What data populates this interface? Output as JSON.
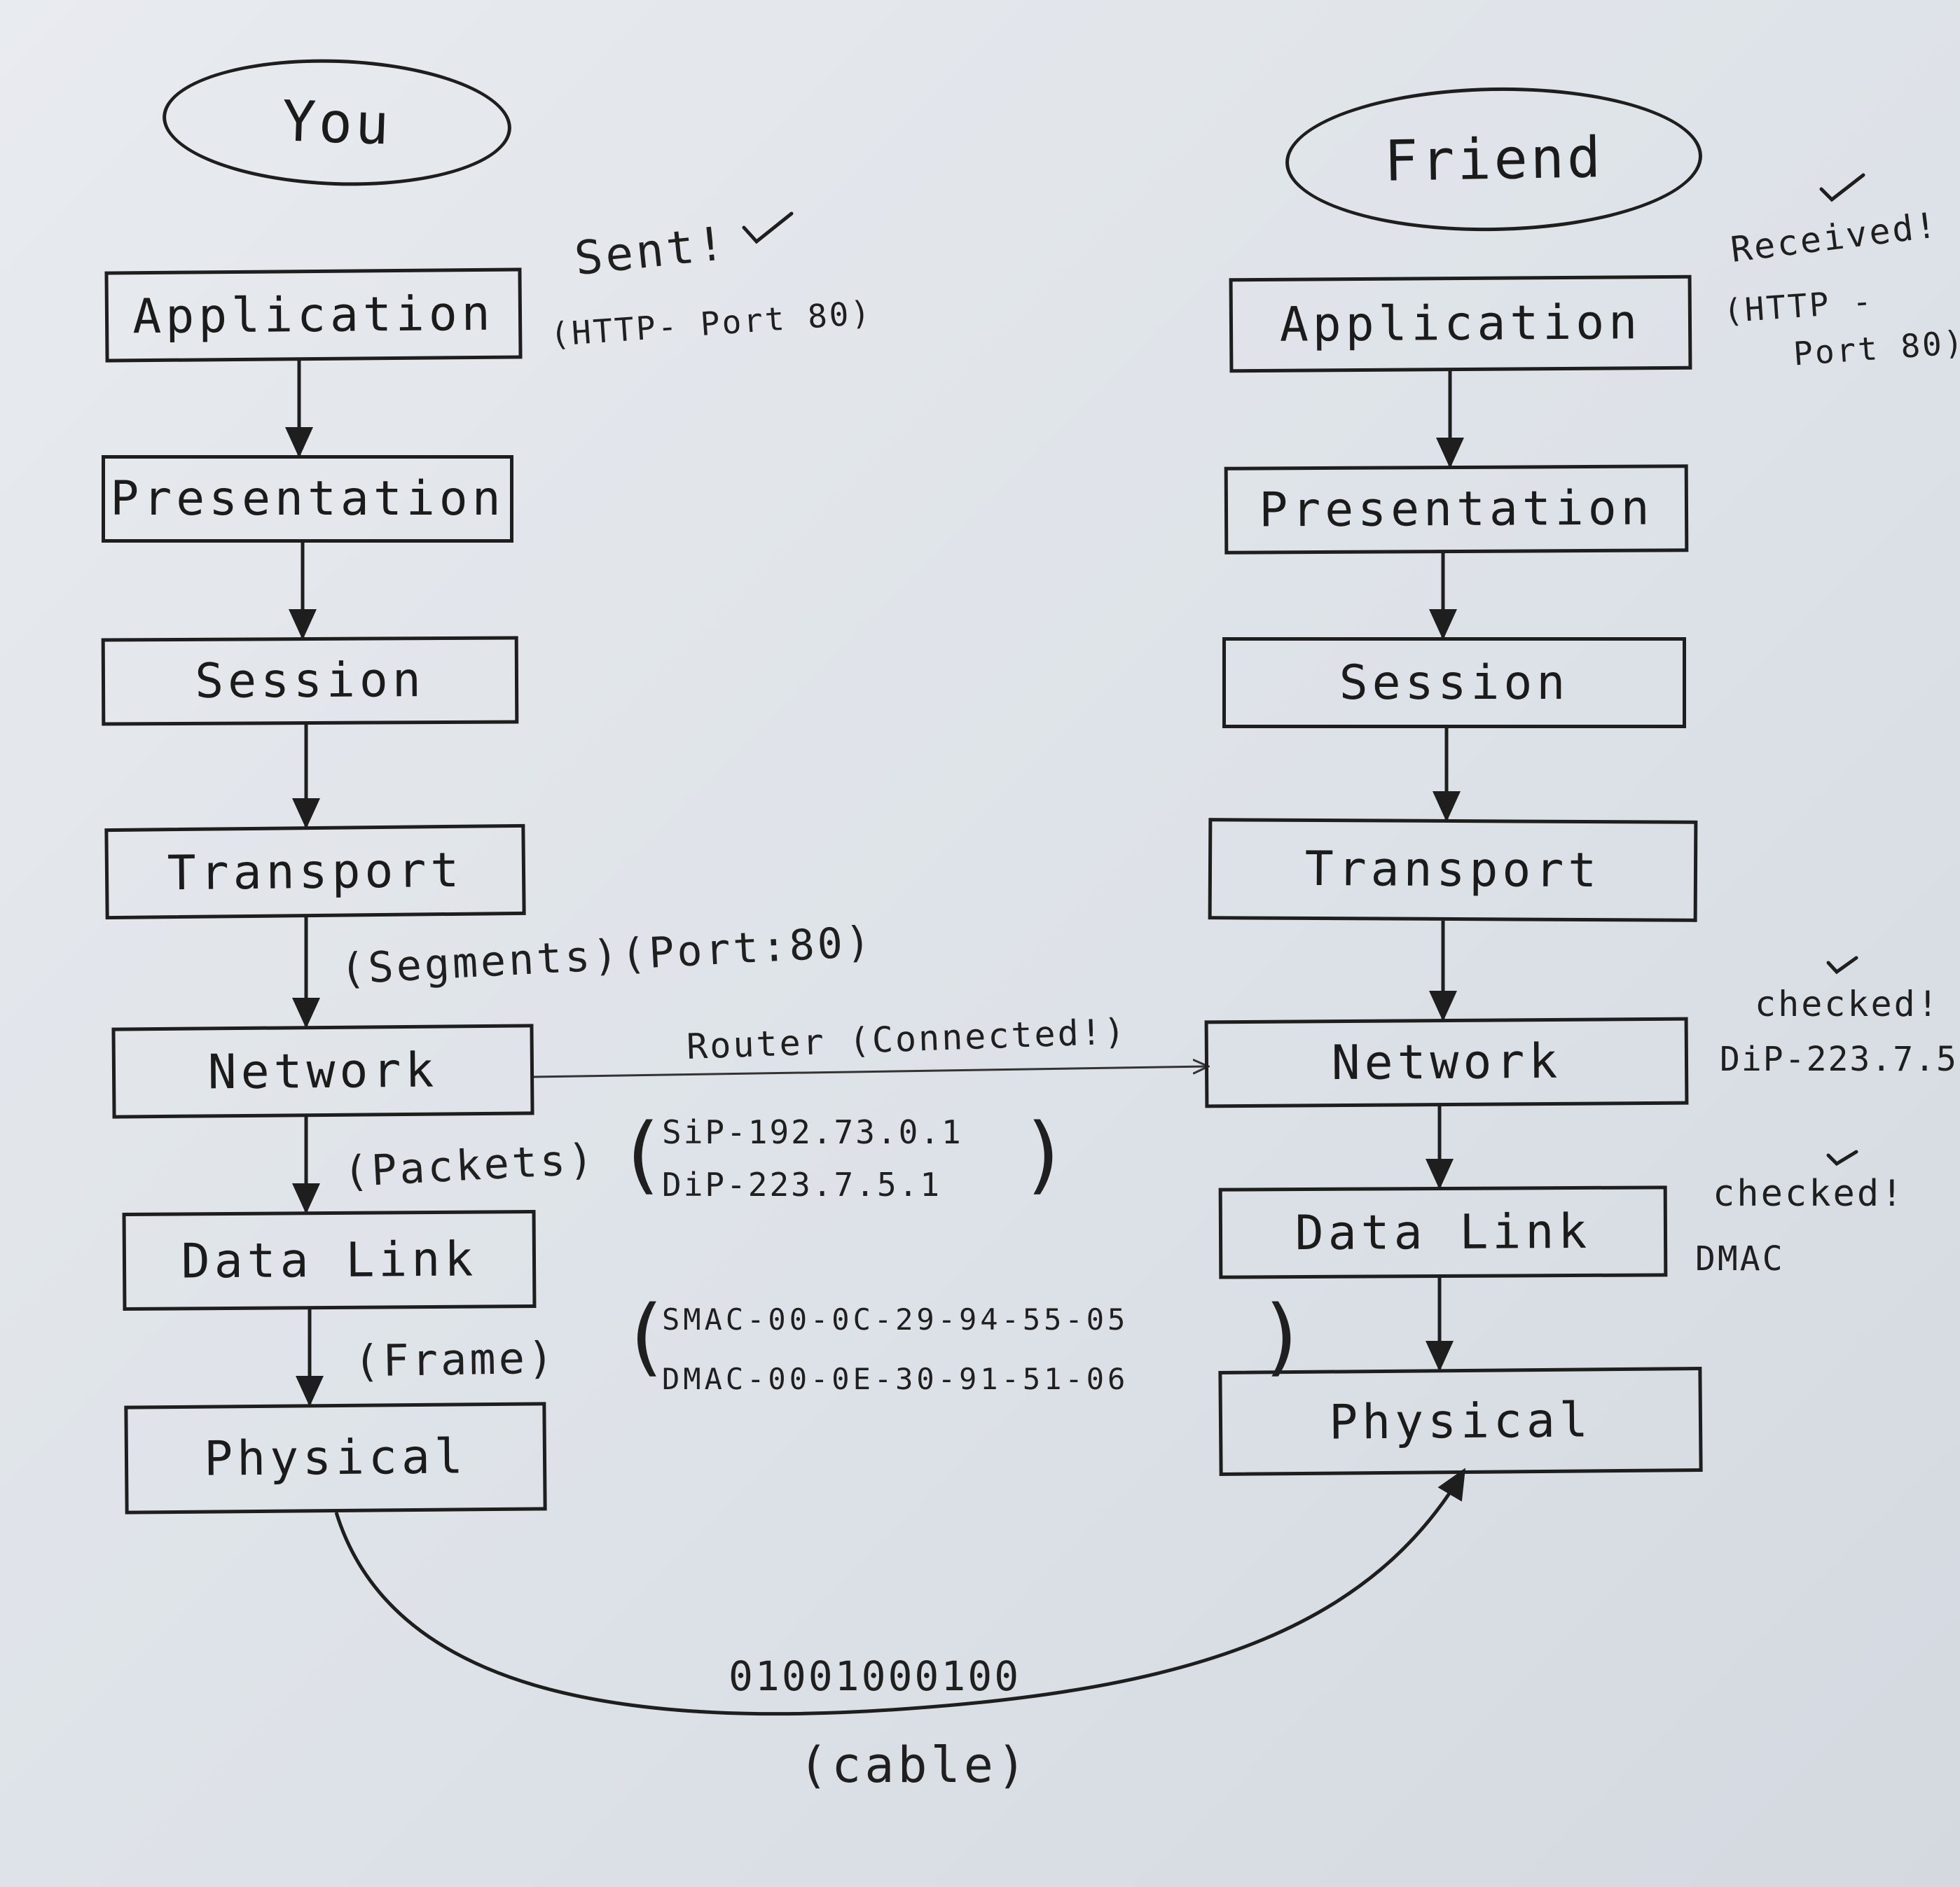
{
  "sender": {
    "title": "You",
    "layers": [
      "Application",
      "Presentation",
      "Session",
      "Transport",
      "Network",
      "Data Link",
      "Physical"
    ]
  },
  "receiver": {
    "title": "Friend",
    "layers": [
      "Application",
      "Presentation",
      "Session",
      "Transport",
      "Network",
      "Data Link",
      "Physical"
    ]
  },
  "annotations": {
    "sent": "Sent!",
    "sent_http": "(HTTP- Port 80)",
    "received": "Received!",
    "received_http_1": "(HTTP -",
    "received_http_2": "Port 80)",
    "segments": "(Segments)(Port:80)",
    "router": "Router (Connected!)",
    "packets": "(Packets)",
    "sip": "SiP-192.73.0.1",
    "dip": "DiP-223.7.5.1",
    "frame": "(Frame)",
    "smac": "SMAC-00-0C-29-94-55-05",
    "dmac": "DMAC-00-0E-30-91-51-06",
    "network_checked": "checked!",
    "network_dip": "DiP-223.7.5.",
    "datalink_checked": "checked!",
    "datalink_dmac": "DMAC",
    "bits": "01001000100",
    "medium": "(cable)"
  }
}
